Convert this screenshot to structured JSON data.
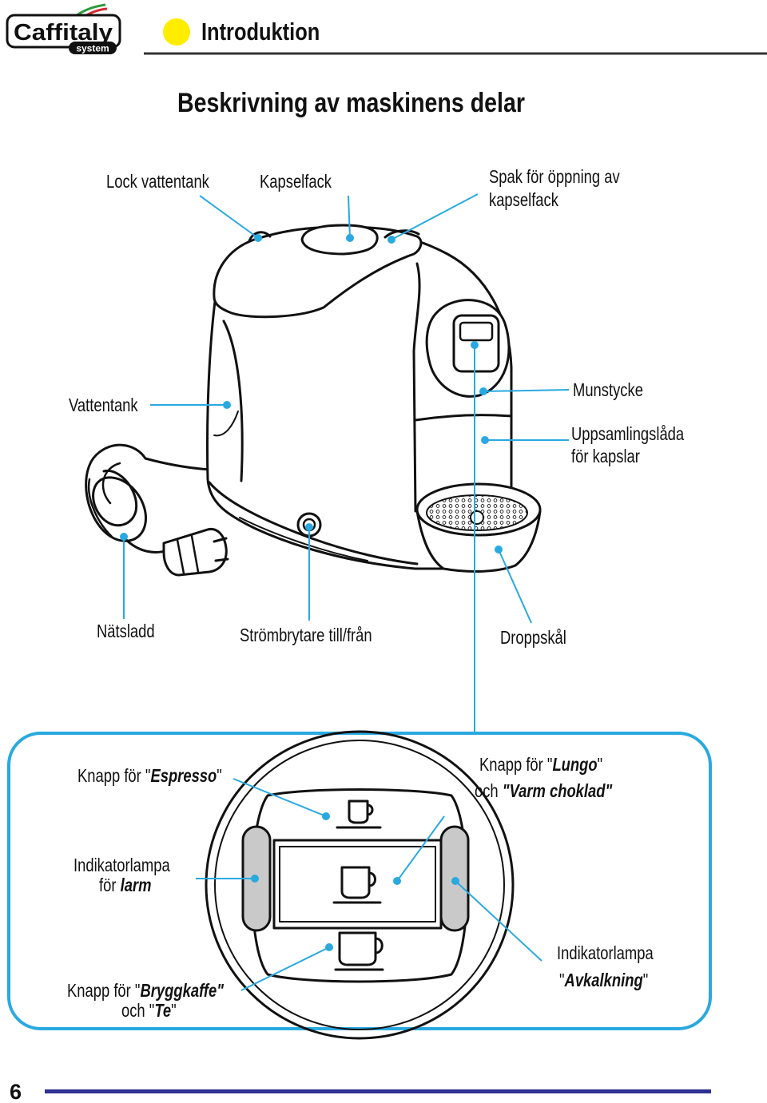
{
  "header": {
    "logo": {
      "brand": "Caffitaly",
      "sub": "system"
    },
    "section_title": "Introduktion"
  },
  "heading": "Beskrivning av maskinens delar",
  "machine_labels": {
    "lid_water_tank": "Lock vattentank",
    "capsule_compartment": "Kapselfack",
    "lever": [
      "Spak för öppning av",
      "kapselfack"
    ],
    "water_tank": "Vattentank",
    "nozzle": "Munstycke",
    "capsule_container": [
      "Uppsamlingslåda",
      "för kapslar"
    ],
    "power_cord": "Nätsladd",
    "power_switch": "Strömbrytare till/från",
    "drip_tray": "Droppskål"
  },
  "panel_labels": {
    "espresso": {
      "pre": "Knapp för \"",
      "em": "Espresso",
      "post": "\""
    },
    "lungo": {
      "line1_pre": "Knapp för \"",
      "line1_em": "Lungo",
      "line1_post": "\"",
      "line2_pre": "och ",
      "line2_em": "\"Varm choklad\""
    },
    "alarm_light": {
      "line1": "Indikatorlampa",
      "line2_pre": "för ",
      "line2_em": "larm"
    },
    "brew_coffee": {
      "line1_pre": "Knapp för \"",
      "line1_em": "Bryggkaffe\"",
      "line2_pre": "och \"",
      "line2_em": "Te",
      "line2_post": "\""
    },
    "descale_light": {
      "line1": "Indikatorlampa",
      "line2_pre": "\"",
      "line2_em": "Avkalkning",
      "line2_post": "\""
    }
  },
  "page_number": "6",
  "colors": {
    "callout": "#29a9e0",
    "highlight_dot": "#ffed00",
    "footer_rule": "#2e3192",
    "indicator_light": "#c9c9c9"
  }
}
